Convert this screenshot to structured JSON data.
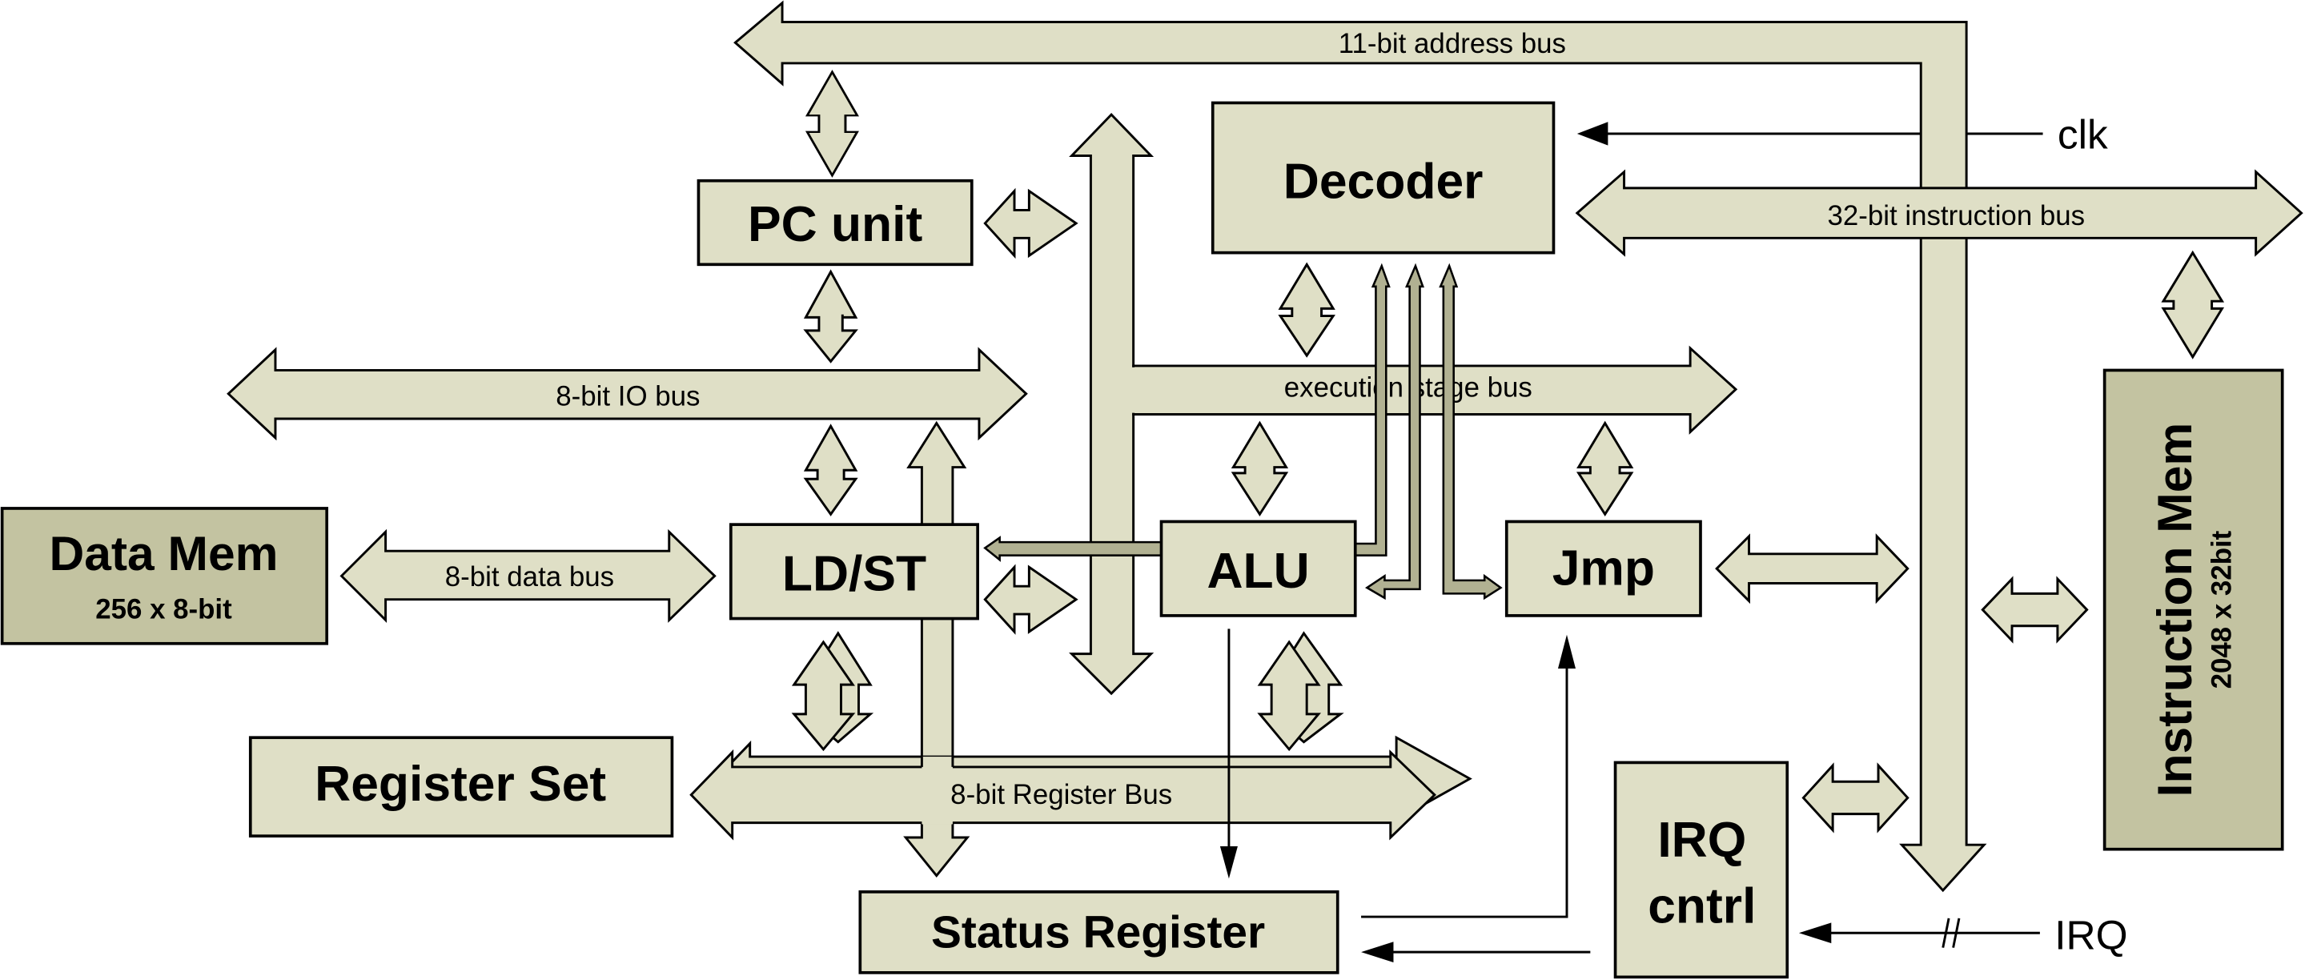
{
  "diagram": {
    "title": "Processor block diagram",
    "colors": {
      "block": "#dfdfc6",
      "memory": "#c3c3a1",
      "inner_bus": "#b1b192",
      "outline": "#000000"
    },
    "blocks": {
      "decoder": "Decoder",
      "pc_unit": "PC unit",
      "data_mem": "Data Mem",
      "data_mem_size": "256 x 8-bit",
      "ldst": "LD/ST",
      "alu": "ALU",
      "jmp": "Jmp",
      "register_set": "Register Set",
      "status_register": "Status Register",
      "irq_cntrl_line1": "IRQ",
      "irq_cntrl_line2": "cntrl",
      "instruction_mem": "Instruction Mem",
      "instruction_mem_size": "2048 x 32bit"
    },
    "buses": {
      "address": "11-bit  address bus",
      "instruction": "32-bit instruction bus",
      "io": "8-bit  IO bus",
      "execution": "execution stage bus",
      "data": "8-bit data bus",
      "register": "8-bit Register Bus"
    },
    "signals": {
      "clk": "clk",
      "irq": "IRQ"
    }
  }
}
